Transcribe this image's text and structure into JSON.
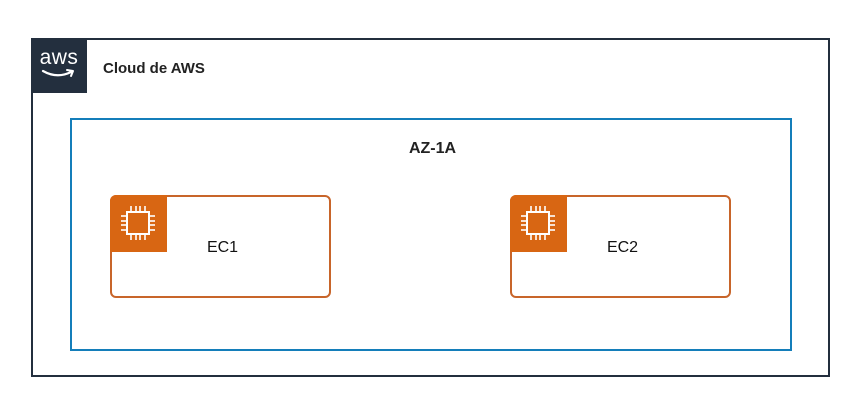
{
  "aws_logo": {
    "text": "aws"
  },
  "cloud": {
    "label": "Cloud de AWS"
  },
  "availability_zone": {
    "label": "AZ-1A"
  },
  "instances": [
    {
      "label": "EC1",
      "icon": "ec2-instance-icon"
    },
    {
      "label": "EC2",
      "icon": "ec2-instance-icon"
    }
  ],
  "colors": {
    "aws_dark": "#232f3e",
    "az_border": "#147eba",
    "ec2_orange": "#d86613",
    "ec2_border": "#c8652a"
  }
}
